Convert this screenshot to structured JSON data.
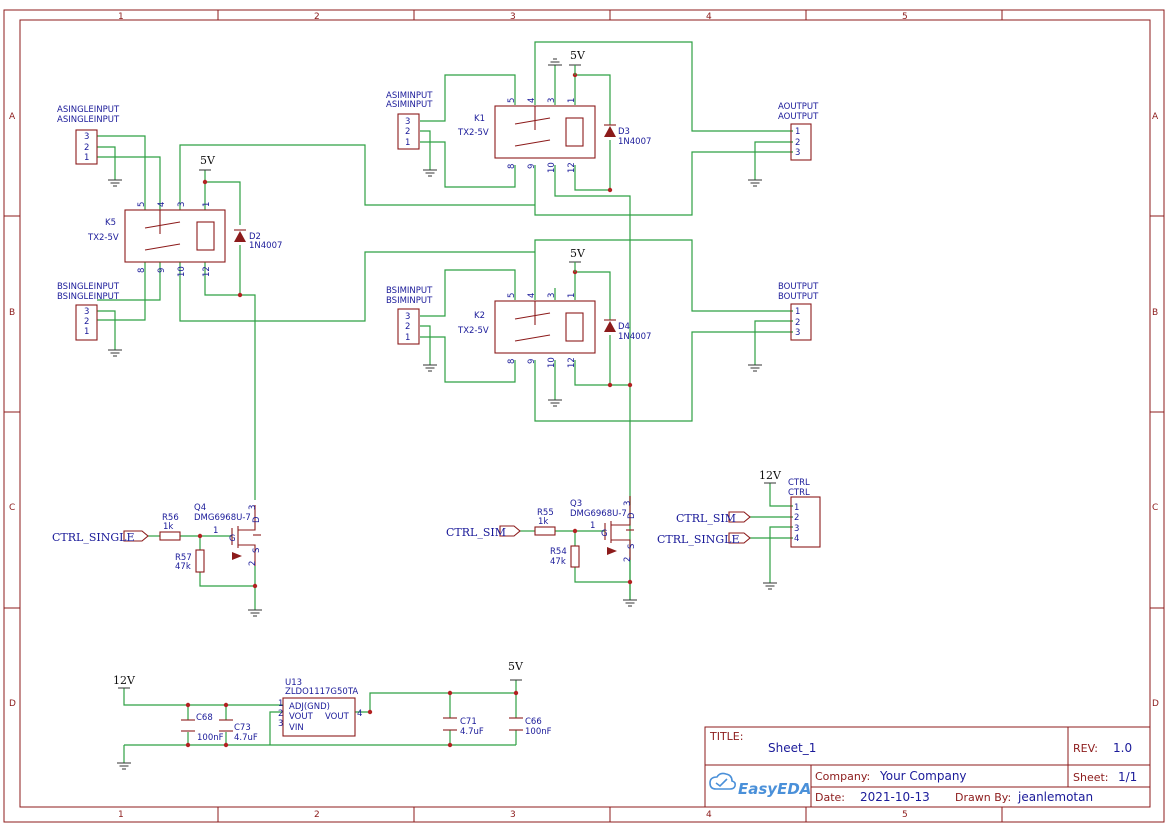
{
  "border": {
    "columns": [
      "1",
      "2",
      "3",
      "4",
      "5"
    ],
    "rows": [
      "A",
      "B",
      "C",
      "D"
    ]
  },
  "power": {
    "v5": "5V",
    "v12": "12V"
  },
  "connectors": {
    "asingle": {
      "name1": "ASINGLEINPUT",
      "name2": "ASINGLEINPUT",
      "pins": [
        "3",
        "2",
        "1"
      ]
    },
    "bsingle": {
      "name1": "BSINGLEINPUT",
      "name2": "BSINGLEINPUT",
      "pins": [
        "3",
        "2",
        "1"
      ]
    },
    "asim": {
      "name1": "ASIMINPUT",
      "name2": "ASIMINPUT",
      "pins": [
        "3",
        "2",
        "1"
      ]
    },
    "bsim": {
      "name1": "BSIMINPUT",
      "name2": "BSIMINPUT",
      "pins": [
        "3",
        "2",
        "1"
      ]
    },
    "aout": {
      "name1": "AOUTPUT",
      "name2": "AOUTPUT",
      "pins": [
        "1",
        "2",
        "3"
      ]
    },
    "bout": {
      "name1": "BOUTPUT",
      "name2": "BOUTPUT",
      "pins": [
        "1",
        "2",
        "3"
      ]
    },
    "ctrl": {
      "name1": "CTRL",
      "name2": "CTRL",
      "pins": [
        "1",
        "2",
        "3",
        "4"
      ]
    }
  },
  "relays": {
    "k5": {
      "ref": "K5",
      "part": "TX2-5V",
      "pins_top": [
        "5",
        "4",
        "3",
        "1"
      ],
      "pins_bottom": [
        "8",
        "9",
        "10",
        "12"
      ]
    },
    "k1": {
      "ref": "K1",
      "part": "TX2-5V",
      "pins_top": [
        "5",
        "4",
        "3",
        "1"
      ],
      "pins_bottom": [
        "8",
        "9",
        "10",
        "12"
      ]
    },
    "k2": {
      "ref": "K2",
      "part": "TX2-5V",
      "pins_top": [
        "5",
        "4",
        "3",
        "1"
      ],
      "pins_bottom": [
        "8",
        "9",
        "10",
        "12"
      ]
    }
  },
  "diodes": {
    "d2": {
      "ref": "D2",
      "part": "1N4007"
    },
    "d3": {
      "ref": "D3",
      "part": "1N4007"
    },
    "d4": {
      "ref": "D4",
      "part": "1N4007"
    }
  },
  "transistors": {
    "q4": {
      "ref": "Q4",
      "part": "DMG6968U-7",
      "pins": [
        "1",
        "2",
        "3",
        "G",
        "S",
        "D"
      ]
    },
    "q3": {
      "ref": "Q3",
      "part": "DMG6968U-7",
      "pins": [
        "1",
        "2",
        "3",
        "G",
        "S",
        "D"
      ]
    }
  },
  "resistors": {
    "r56": {
      "ref": "R56",
      "value": "1k"
    },
    "r57": {
      "ref": "R57",
      "value": "47k"
    },
    "r55": {
      "ref": "R55",
      "value": "1k"
    },
    "r54": {
      "ref": "R54",
      "value": "47k"
    }
  },
  "caps": {
    "c68": {
      "ref": "C68",
      "value": "100nF"
    },
    "c73": {
      "ref": "C73",
      "value": "4.7uF"
    },
    "c71": {
      "ref": "C71",
      "value": "4.7uF"
    },
    "c66": {
      "ref": "C66",
      "value": "100nF"
    }
  },
  "regulator": {
    "ref": "U13",
    "part": "ZLDO1117G50TA",
    "pin_adj": "ADJ(GND)",
    "pin_vout_l": "VOUT",
    "pin_vin": "VIN",
    "pin_vout_r": "VOUT",
    "pin_nums": [
      "1",
      "2",
      "3",
      "4"
    ]
  },
  "nets": {
    "ctrl_single": "CTRL_SINGLE",
    "ctrl_sim": "CTRL_SIM"
  },
  "title_block": {
    "title_label": "TITLE:",
    "title": "Sheet_1",
    "rev_label": "REV:",
    "rev": "1.0",
    "company_label": "Company:",
    "company": "Your Company",
    "sheet_label": "Sheet:",
    "sheet": "1/1",
    "date_label": "Date:",
    "date": "2021-10-13",
    "drawn_label": "Drawn By:",
    "drawn": "jeanlemotan",
    "logo": "EasyEDA"
  },
  "colors": {
    "frame": "#8c1b1b",
    "wire": "#2ea043",
    "label": "#1a1a99"
  }
}
